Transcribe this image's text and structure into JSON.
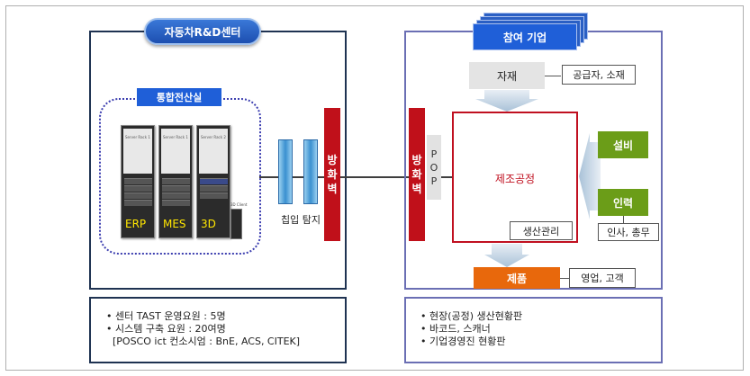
{
  "left": {
    "title": "자동차R&D센터",
    "server_room": "통합전산실",
    "racks": [
      {
        "header": "Server Rack 1",
        "label": "ERP"
      },
      {
        "header": "Server Rack 1",
        "label": "MES"
      },
      {
        "header": "Server Rack 2",
        "label": "3D"
      }
    ],
    "tower_label": "3D Client",
    "chip_label": "칩입 탐지",
    "firewall": [
      "방",
      "화",
      "벽"
    ],
    "notes": [
      "• 센터 TAST 운영요원 : 5명",
      "• 시스템 구축 요원 : 20여명",
      "  [POSCO ict 컨소시엄 : BnE, ACS, CITEK]"
    ]
  },
  "right": {
    "title": "참여 기업",
    "firewall": [
      "방",
      "화",
      "벽"
    ],
    "pop": [
      "P",
      "O",
      "P"
    ],
    "material": "자재",
    "material_tag": "공급자, 소재",
    "process": "제조공정",
    "production_mgmt": "생산관리",
    "equipment": "설비",
    "manpower": "인력",
    "manpower_tag": "인사, 총무",
    "product": "제품",
    "product_tag": "영업, 고객",
    "notes": [
      "• 현장(공정) 생산현황판",
      "• 바코드, 스캐너",
      "• 기업경영진 현황판"
    ]
  },
  "colors": {
    "navy": "#1f3352",
    "purple": "#6b6fb4",
    "firewall_red": "#c0101a",
    "accent_blue": "#1f5fd8",
    "green": "#6b9d18",
    "orange": "#e8680c",
    "process_border": "#c01020"
  }
}
